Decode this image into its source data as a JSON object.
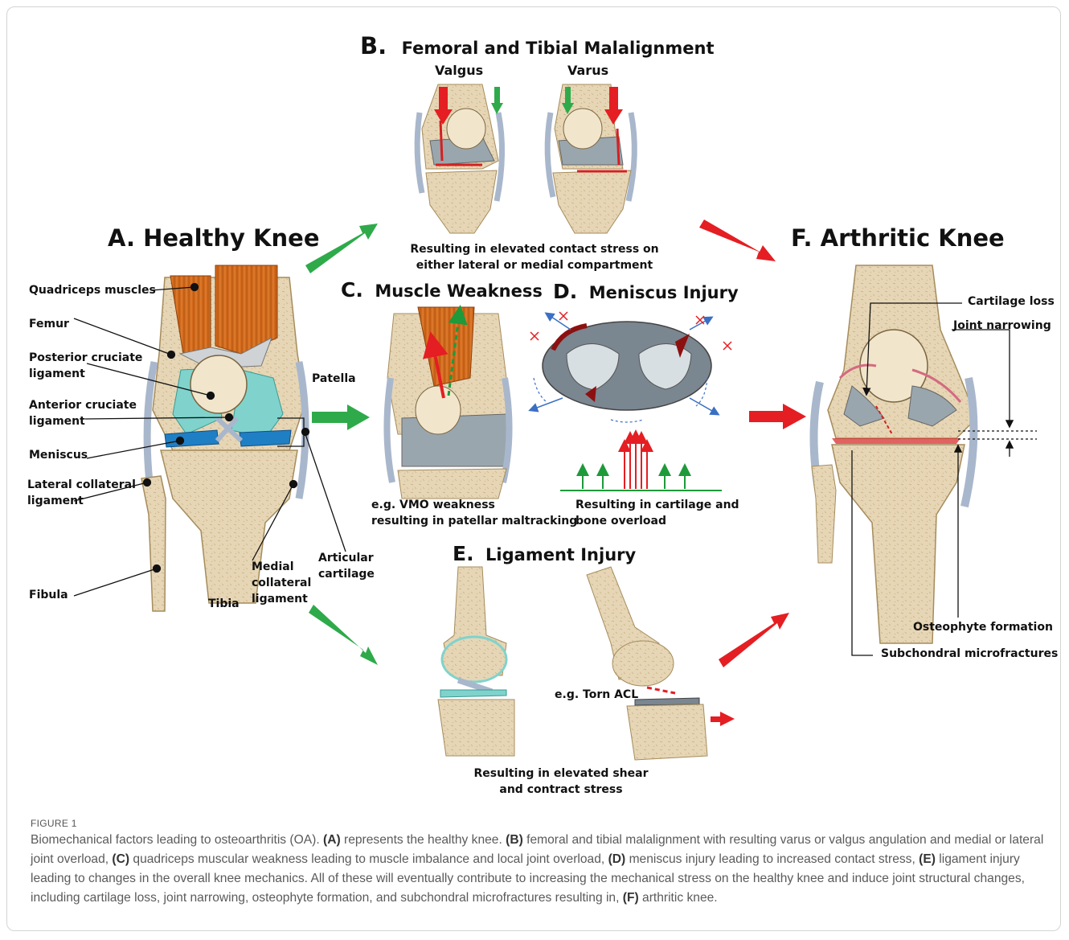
{
  "figure": {
    "panels": {
      "a": {
        "title": "A.  Healthy Knee"
      },
      "b": {
        "title_letter": "B.",
        "title_text": "Femoral and Tibial Malalignment",
        "valgus": "Valgus",
        "varus": "Varus",
        "result_line1": "Resulting in elevated contact stress on",
        "result_line2": "either lateral or medial compartment"
      },
      "c": {
        "title_letter": "C.",
        "title_text": "Muscle Weakness",
        "note_line1": "e.g. VMO weakness",
        "note_line2": "resulting in patellar maltracking"
      },
      "d": {
        "title_letter": "D.",
        "title_text": "Meniscus Injury",
        "note_line1": "Resulting in cartilage and",
        "note_line2": "bone overload"
      },
      "e": {
        "title_letter": "E.",
        "title_text": "Ligament Injury",
        "torn_acl": "e.g. Torn ACL",
        "result_line1": "Resulting in elevated shear",
        "result_line2": "and contract stress"
      },
      "f": {
        "title": "F.  Arthritic Knee"
      }
    },
    "labels_a": {
      "quadriceps": "Quadriceps muscles",
      "femur": "Femur",
      "pcl_1": "Posterior cruciate",
      "pcl_2": "ligament",
      "acl_1": "Anterior cruciate",
      "acl_2": "ligament",
      "meniscus": "Meniscus",
      "lcl_1": "Lateral collateral",
      "lcl_2": "ligament",
      "fibula": "Fibula",
      "tibia": "Tibia",
      "mcl_1": "Medial",
      "mcl_2": "collateral",
      "mcl_3": "ligament",
      "patella": "Patella",
      "articular_1": "Articular",
      "articular_2": "cartilage"
    },
    "labels_f": {
      "cartilage_loss": "Cartilage loss",
      "joint_narrowing": "Joint narrowing",
      "osteophyte": "Osteophyte formation",
      "subchondral": "Subchondral microfractures"
    },
    "colors": {
      "bone": "#e3d2b0",
      "bone_edge": "#a58c5c",
      "muscle": "#d26a1c",
      "cartilage": "#7fd3cc",
      "meniscus": "#1f7fc4",
      "grey_tissue": "#9aa6ad",
      "ligament": "#a9b7cc",
      "green_arrow": "#2eaa4a",
      "red_arrow": "#e41e22"
    }
  },
  "caption": {
    "label": "FIGURE 1",
    "intro": "Biomechanical factors leading to osteoarthritis (OA). ",
    "a_tag": "(A)",
    "a_text": " represents the healthy knee. ",
    "b_tag": "(B)",
    "b_text": " femoral and tibial malalignment with resulting varus or valgus angulation and medial or lateral joint overload, ",
    "c_tag": "(C)",
    "c_text": " quadriceps muscular weakness leading to muscle imbalance and local joint overload, ",
    "d_tag": "(D)",
    "d_text": " meniscus injury leading to increased contact stress, ",
    "e_tag": "(E)",
    "e_text": " ligament injury leading to changes in the overall knee mechanics. All of these will eventually contribute to increasing the mechanical stress on the healthy knee and induce joint structural changes, including cartilage loss, joint narrowing, osteophyte formation, and subchondral microfractures resulting in, ",
    "f_tag": "(F)",
    "f_text": " arthritic knee."
  }
}
